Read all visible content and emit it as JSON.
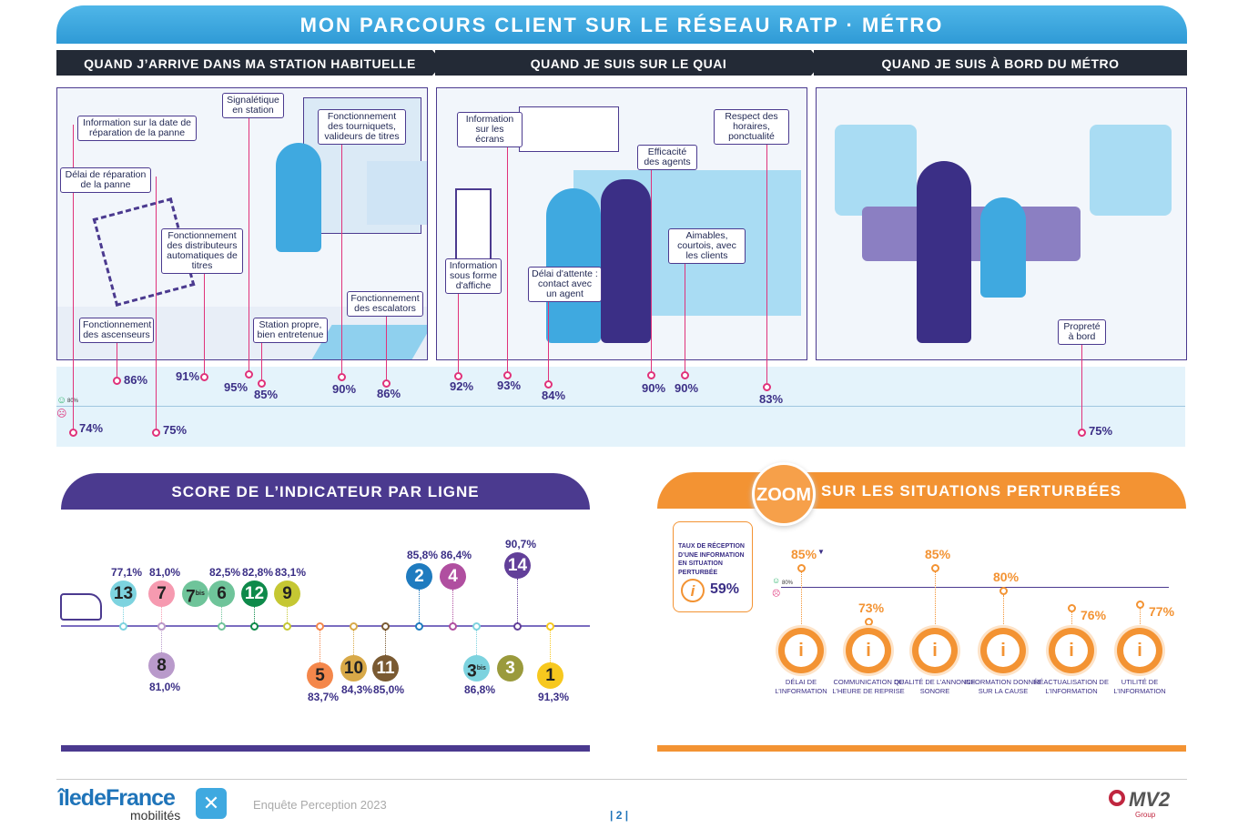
{
  "title": "MON PARCOURS CLIENT SUR LE RÉSEAU RATP · MÉTRO",
  "sections": [
    "QUAND J’ARRIVE DANS MA STATION HABITUELLE",
    "QUAND JE SUIS SUR LE QUAI",
    "QUAND JE SUIS À BORD DU MÉTRO"
  ],
  "threshold_label": "80%",
  "journey": [
    {
      "label": "Fonctionnement des ascenseurs",
      "value": "86%"
    },
    {
      "label": "Information sur la date de réparation de la panne",
      "value": "74%"
    },
    {
      "label": "Délai de réparation de la panne",
      "value": "75%"
    },
    {
      "label": "Fonctionnement des distributeurs automatiques de titres",
      "value": "91%"
    },
    {
      "label": "Signalétique en station",
      "value": "95%"
    },
    {
      "label": "Station propre, bien entretenue",
      "value": "85%"
    },
    {
      "label": "Fonctionnement des tourniquets, valideurs de titres",
      "value": "90%"
    },
    {
      "label": "Fonctionnement des escalators",
      "value": "86%"
    },
    {
      "label": "Information sous forme d'affiche",
      "value": "92%"
    },
    {
      "label": "Information sur les écrans",
      "value": "93%"
    },
    {
      "label": "Délai d'attente : contact avec un agent",
      "value": "84%"
    },
    {
      "label": "Efficacité des agents",
      "value": "90%"
    },
    {
      "label": "Aimables, courtois, avec les clients",
      "value": "90%"
    },
    {
      "label": "Respect des horaires, ponctualité",
      "value": "83%"
    },
    {
      "label": "Propreté à bord",
      "value": "75%"
    }
  ],
  "lines_title": "SCORE DE L’INDICATEUR PAR LIGNE",
  "lines": [
    {
      "id": "13",
      "sup": "",
      "value": "77,1%",
      "color": "#7dd3df"
    },
    {
      "id": "7",
      "sup": "",
      "value": "81,0%",
      "color": "#f69ab0"
    },
    {
      "id": "7",
      "sup": "bis",
      "value": "",
      "color": "#6fc49a"
    },
    {
      "id": "8",
      "sup": "",
      "value": "81,0%",
      "color": "#b99acb"
    },
    {
      "id": "6",
      "sup": "",
      "value": "82,5%",
      "color": "#6fc49a"
    },
    {
      "id": "12",
      "sup": "",
      "value": "82,8%",
      "color": "#0e8a4a"
    },
    {
      "id": "9",
      "sup": "",
      "value": "83,1%",
      "color": "#c5c733"
    },
    {
      "id": "5",
      "sup": "",
      "value": "83,7%",
      "color": "#f4874b"
    },
    {
      "id": "10",
      "sup": "",
      "value": "84,3%",
      "color": "#d8a948"
    },
    {
      "id": "11",
      "sup": "",
      "value": "85,0%",
      "color": "#7a5a32"
    },
    {
      "id": "2",
      "sup": "",
      "value": "85,8%",
      "color": "#1f7bbf"
    },
    {
      "id": "4",
      "sup": "",
      "value": "86,4%",
      "color": "#b04fa0"
    },
    {
      "id": "3",
      "sup": "bis",
      "value": "86,8%",
      "color": "#7dd3df"
    },
    {
      "id": "3",
      "sup": "",
      "value": "",
      "color": "#9a9a3c"
    },
    {
      "id": "14",
      "sup": "",
      "value": "90,7%",
      "color": "#623f99"
    },
    {
      "id": "1",
      "sup": "",
      "value": "91,3%",
      "color": "#f7c81e"
    }
  ],
  "zoom": {
    "badge": "ZOOM",
    "title": "SUR LES SITUATIONS PERTURBÉES",
    "reception_label": "TAUX DE RÉCEPTION D’UNE INFORMATION EN SITUATION PERTURBÉE",
    "reception_value": "59%",
    "threshold_label": "80%",
    "items": [
      {
        "label": "DÉLAI DE L’INFORMATION",
        "value": "85%"
      },
      {
        "label": "COMMUNICATION DE L’HEURE DE REPRISE",
        "value": "73%"
      },
      {
        "label": "QUALITÉ DE L’ANNONCE SONORE",
        "value": "85%"
      },
      {
        "label": "INFORMATION DONNÉE SUR LA CAUSE",
        "value": "80%"
      },
      {
        "label": "RÉACTUALISATION DE L’INFORMATION",
        "value": "76%"
      },
      {
        "label": "UTILITÉ DE L’INFORMATION",
        "value": "77%"
      }
    ]
  },
  "footer": {
    "brand_main": "îledeFrance",
    "brand_sub": "mobilités",
    "survey": "Enquête Perception 2023",
    "page": "| 2 |",
    "partner": "MV2",
    "partner_sub": "Group"
  },
  "colors": {
    "purple": "#4b3a8f",
    "orange": "#f39333",
    "pink": "#e0327a",
    "blue": "#3fa9e0"
  }
}
